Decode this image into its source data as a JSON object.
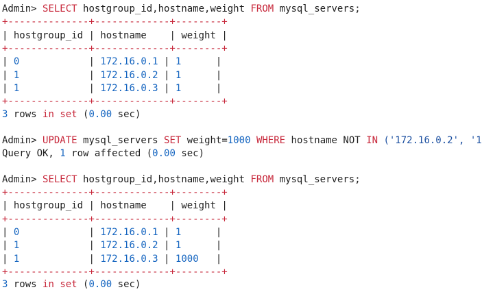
{
  "terminal": {
    "prompt": "Admin> ",
    "select_cmd": {
      "kw_select": "SELECT",
      "columns": "hostgroup_id,hostname,weight",
      "kw_from": "FROM",
      "table": "mysql_servers;"
    },
    "table_border": "+--------------+-------------+--------+",
    "headers": [
      "hostgroup_id",
      "hostname",
      "weight"
    ],
    "result1": {
      "rows": [
        [
          "0",
          "172.16.0.1",
          "1"
        ],
        [
          "1",
          "172.16.0.2",
          "1"
        ],
        [
          "1",
          "172.16.0.3",
          "1"
        ]
      ],
      "footer": {
        "count": "3",
        "rows_word": "rows",
        "in_word": "in",
        "set_word": "set",
        "time": "0.00",
        "sec": "sec"
      }
    },
    "update_cmd": {
      "kw_update": "UPDATE",
      "table": "mysql_servers",
      "kw_set": "SET",
      "field": "weight=",
      "value": "1000",
      "kw_where": "WHERE",
      "cond_field": "hostname NOT",
      "kw_in": "IN",
      "list": "('172.16.0.2', '1"
    },
    "update_result": {
      "prefix": "Query OK, ",
      "count": "1",
      "suffix": " row affected (",
      "time": "0.00",
      "end": " sec)"
    },
    "result2": {
      "rows": [
        [
          "0",
          "172.16.0.1",
          "1"
        ],
        [
          "1",
          "172.16.0.2",
          "1"
        ],
        [
          "1",
          "172.16.0.3",
          "1000"
        ]
      ],
      "footer": {
        "count": "3",
        "rows_word": "rows",
        "in_word": "in",
        "set_word": "set",
        "time": "0.00",
        "sec": "sec"
      }
    }
  }
}
